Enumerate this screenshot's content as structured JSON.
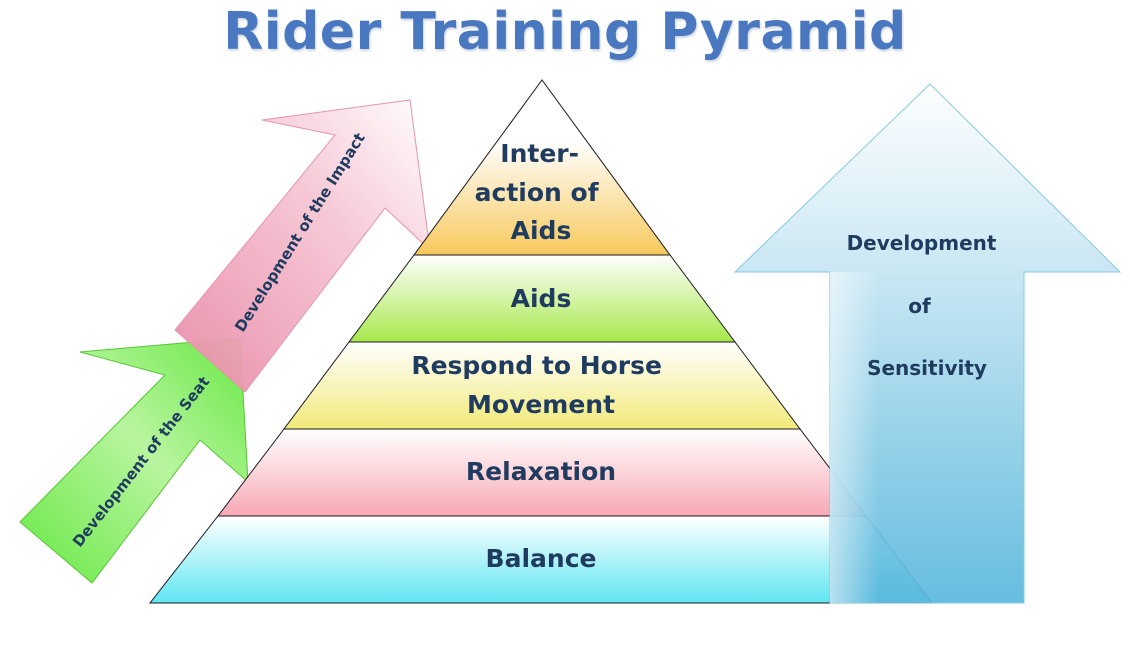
{
  "title": "Rider Training Pyramid",
  "pyramid": {
    "levels": [
      {
        "lines": [
          "Inter-",
          "action of",
          "Aids"
        ],
        "color": "#f7c95c"
      },
      {
        "lines": [
          "Aids"
        ],
        "color": "#a8e84a"
      },
      {
        "lines": [
          "Respond to Horse",
          "Movement"
        ],
        "color": "#f2ea7a"
      },
      {
        "lines": [
          "Relaxation"
        ],
        "color": "#f7a9b4"
      },
      {
        "lines": [
          "Balance"
        ],
        "color": "#5fe6f2"
      }
    ]
  },
  "arrows": {
    "seat": {
      "label": "Development of the Seat",
      "color": "#5fe83a"
    },
    "impact": {
      "label": "Development of the Impact",
      "color": "#e98aa6"
    },
    "sensitivity": {
      "lines": [
        "Development",
        "of",
        "Sensitivity"
      ],
      "color": "#5ab8dd"
    }
  }
}
